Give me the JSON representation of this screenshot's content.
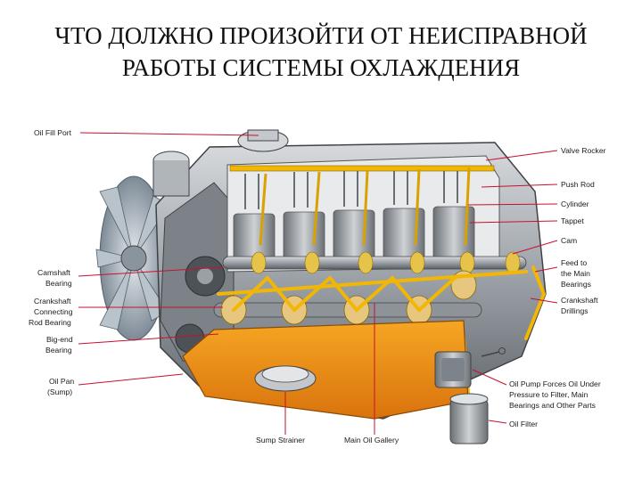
{
  "title": {
    "line1": "ЧТО ДОЛЖНО ПРОИЗОЙТИ ОТ НЕИСПРАВНОЙ",
    "line2": "РАБОТЫ СИСТЕМЫ ОХЛАЖДЕНИЯ"
  },
  "diagram": {
    "left_labels": {
      "oil_fill_port": "Oil Fill Port",
      "camshaft_bearing": [
        "Camshaft",
        "Bearing"
      ],
      "crankshaft_connecting_rod_bearing": [
        "Crankshaft",
        "Connecting",
        "Rod Bearing"
      ],
      "big_end_bearing": [
        "Big-end",
        "Bearing"
      ],
      "oil_pan": [
        "Oil Pan",
        "(Sump)"
      ]
    },
    "right_labels": {
      "valve_rocker": "Valve Rocker",
      "push_rod": "Push Rod",
      "cylinder": "Cylinder",
      "tappet": "Tappet",
      "cam": "Cam",
      "feed_to_main_bearings": [
        "Feed to",
        "the Main",
        "Bearings"
      ],
      "crankshaft_drillings": [
        "Crankshaft",
        "Drillings"
      ],
      "oil_pump": [
        "Oil Pump Forces Oil Under",
        "Pressure to Filter, Main",
        "Bearings and Other Parts"
      ],
      "oil_filter": "Oil Filter"
    },
    "bottom_labels": {
      "sump_strainer": "Sump Strainer",
      "main_oil_gallery": "Main Oil Gallery"
    },
    "colors": {
      "oil": "#f2b705",
      "sump": "#e88a12",
      "leader": "#c8102e",
      "engine_metal": "#9aa0a6"
    }
  }
}
